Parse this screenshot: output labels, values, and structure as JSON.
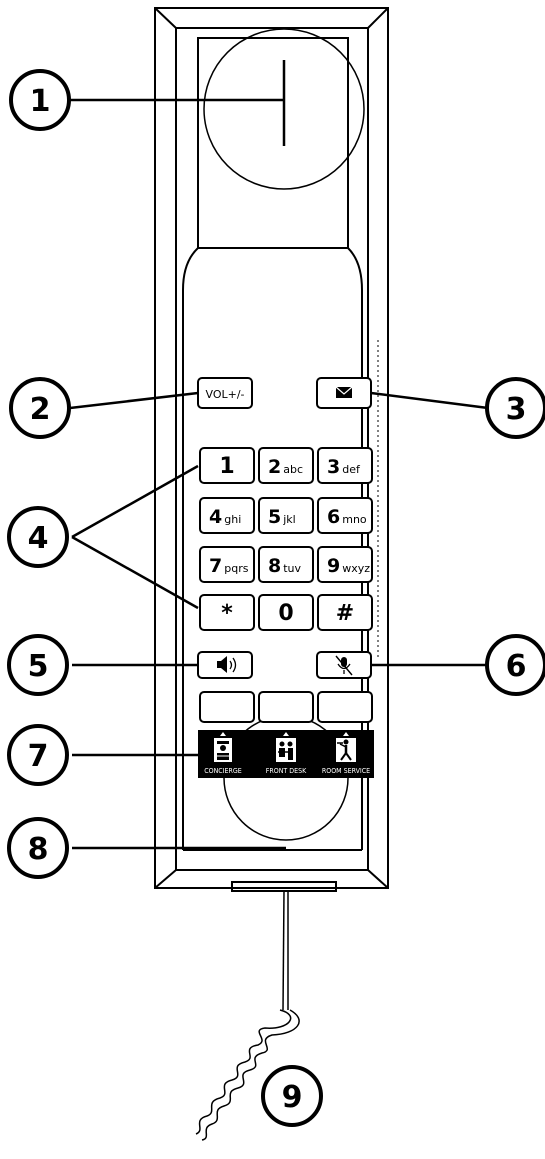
{
  "callouts": [
    "1",
    "2",
    "3",
    "4",
    "5",
    "6",
    "7",
    "8",
    "9"
  ],
  "buttons": {
    "volume_label": "VOL+/-",
    "message_icon": "envelope-icon",
    "speaker_icon": "speaker-icon",
    "mute_icon": "microphone-mute-icon"
  },
  "keypad": [
    {
      "digit": "1",
      "letters": ""
    },
    {
      "digit": "2",
      "letters": "abc"
    },
    {
      "digit": "3",
      "letters": "def"
    },
    {
      "digit": "4",
      "letters": "ghi"
    },
    {
      "digit": "5",
      "letters": "jkl"
    },
    {
      "digit": "6",
      "letters": "mno"
    },
    {
      "digit": "7",
      "letters": "pqrs"
    },
    {
      "digit": "8",
      "letters": "tuv"
    },
    {
      "digit": "9",
      "letters": "wxyz"
    },
    {
      "digit": "*",
      "letters": ""
    },
    {
      "digit": "0",
      "letters": ""
    },
    {
      "digit": "#",
      "letters": ""
    }
  ],
  "service_labels": [
    "CONCIERGE",
    "FRONT DESK",
    "ROOM SERVICE"
  ],
  "service_icons": [
    "concierge-icon",
    "front-desk-icon",
    "room-service-icon"
  ]
}
